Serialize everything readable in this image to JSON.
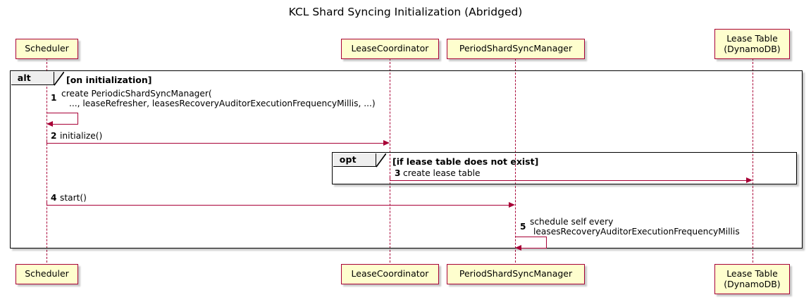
{
  "diagram": {
    "title": "KCL Shard Syncing Initialization (Abridged)",
    "type": "sequence-diagram",
    "colors": {
      "participant_fill": "#FEFECE",
      "participant_border": "#A80036",
      "arrow": "#A80036",
      "frame_border": "#000000",
      "frame_label_fill": "#EEEEEE",
      "background": "#FFFFFF"
    }
  },
  "participants": [
    {
      "id": "scheduler",
      "label": "Scheduler",
      "label_line2": ""
    },
    {
      "id": "lease-coordinator",
      "label": "LeaseCoordinator",
      "label_line2": ""
    },
    {
      "id": "period-shard-sync-manager",
      "label": "PeriodShardSyncManager",
      "label_line2": ""
    },
    {
      "id": "lease-table",
      "label": "Lease Table",
      "label_line2": "(DynamoDB)"
    }
  ],
  "fragments": [
    {
      "id": "alt-on-initialization",
      "operator": "alt",
      "guard": "[on initialization]"
    },
    {
      "id": "opt-lease-table-missing",
      "operator": "opt",
      "guard": "[if lease table does not exist]"
    }
  ],
  "messages": [
    {
      "number": "1",
      "from": "scheduler",
      "to": "scheduler",
      "self": true,
      "text_line1": "create PeriodicShardSyncManager(",
      "text_line2": "..., leaseRefresher, leasesRecoveryAuditorExecutionFrequencyMillis, ...)"
    },
    {
      "number": "2",
      "from": "scheduler",
      "to": "lease-coordinator",
      "self": false,
      "text_line1": "initialize()",
      "text_line2": ""
    },
    {
      "number": "3",
      "from": "lease-coordinator",
      "to": "lease-table",
      "self": false,
      "text_line1": "create lease table",
      "text_line2": ""
    },
    {
      "number": "4",
      "from": "scheduler",
      "to": "period-shard-sync-manager",
      "self": false,
      "text_line1": "start()",
      "text_line2": ""
    },
    {
      "number": "5",
      "from": "period-shard-sync-manager",
      "to": "period-shard-sync-manager",
      "self": true,
      "text_line1": "schedule self every",
      "text_line2": "leasesRecoveryAuditorExecutionFrequencyMillis"
    }
  ]
}
